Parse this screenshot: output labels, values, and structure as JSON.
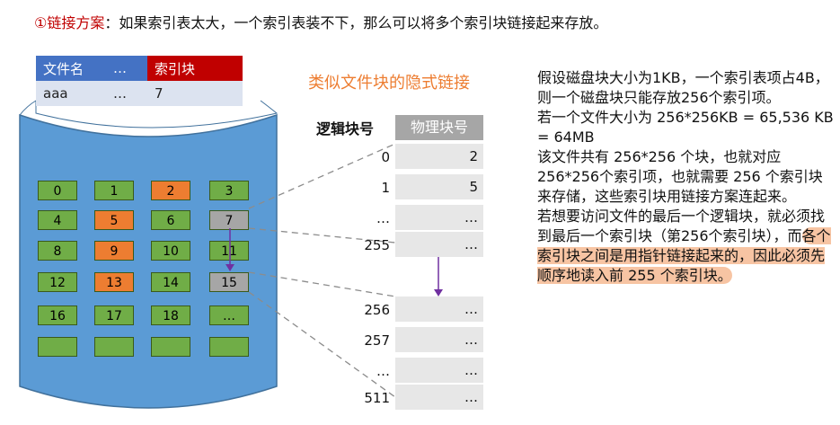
{
  "headline": {
    "num": "①",
    "title": "链接方案",
    "text": "：如果索引表太大，一个索引表装不下，那么可以将多个索引块链接起来存放。"
  },
  "file_table": {
    "headers": [
      "文件名",
      "…",
      "索引块"
    ],
    "row": [
      "aaa",
      "…",
      "7"
    ]
  },
  "blocks": [
    {
      "label": "0",
      "color": "green"
    },
    {
      "label": "1",
      "color": "green"
    },
    {
      "label": "2",
      "color": "orange"
    },
    {
      "label": "3",
      "color": "green"
    },
    {
      "label": "4",
      "color": "green"
    },
    {
      "label": "5",
      "color": "orange"
    },
    {
      "label": "6",
      "color": "green"
    },
    {
      "label": "7",
      "color": "gray"
    },
    {
      "label": "8",
      "color": "green"
    },
    {
      "label": "9",
      "color": "orange"
    },
    {
      "label": "10",
      "color": "green"
    },
    {
      "label": "11",
      "color": "green"
    },
    {
      "label": "12",
      "color": "green"
    },
    {
      "label": "13",
      "color": "orange"
    },
    {
      "label": "14",
      "color": "green"
    },
    {
      "label": "15",
      "color": "gray"
    },
    {
      "label": "16",
      "color": "green"
    },
    {
      "label": "17",
      "color": "green"
    },
    {
      "label": "18",
      "color": "green"
    },
    {
      "label": "…",
      "color": "green"
    },
    {
      "label": "",
      "color": "green"
    },
    {
      "label": "",
      "color": "green"
    },
    {
      "label": "",
      "color": "green"
    },
    {
      "label": "",
      "color": "green"
    }
  ],
  "similar_label": "类似文件块的隐式链接",
  "index_table": {
    "logical_header": "逻辑块号",
    "physical_header": "物理块号",
    "top_rows": [
      {
        "logical": "0",
        "physical": "2"
      },
      {
        "logical": "1",
        "physical": "5"
      },
      {
        "logical": "…",
        "physical": "…"
      },
      {
        "logical": "255",
        "physical": "…"
      }
    ],
    "bottom_rows": [
      {
        "logical": "256",
        "physical": "…"
      },
      {
        "logical": "257",
        "physical": "…"
      },
      {
        "logical": "…",
        "physical": "…"
      },
      {
        "logical": "511",
        "physical": "…"
      }
    ]
  },
  "paragraph": {
    "p1": "假设磁盘块大小为1KB，一个索引表项占4B，则一个磁盘块只能存放256个索引项。",
    "p2": "若一个文件大小为 256*256KB = 65,536 KB = 64MB",
    "p3": "该文件共有 256*256 个块，也就对应256*256个索引项，也就需要 256 个索引块来存储，这些索引块用链接方案连起来。",
    "p4a": "若想要访问文件的最后一个逻辑块，就必须找到最后一个索引块（第256个索引块），而",
    "p4b": "各个索引块之间是用指针链接起来的，因此必须先顺序地读入前 255 个索引块。"
  },
  "colors": {
    "green": "#70ad47",
    "orange": "#ed7d31",
    "gray": "#a6a6a6",
    "blue": "#4472c4",
    "red": "#c00000",
    "disk": "#5b9bd5"
  }
}
